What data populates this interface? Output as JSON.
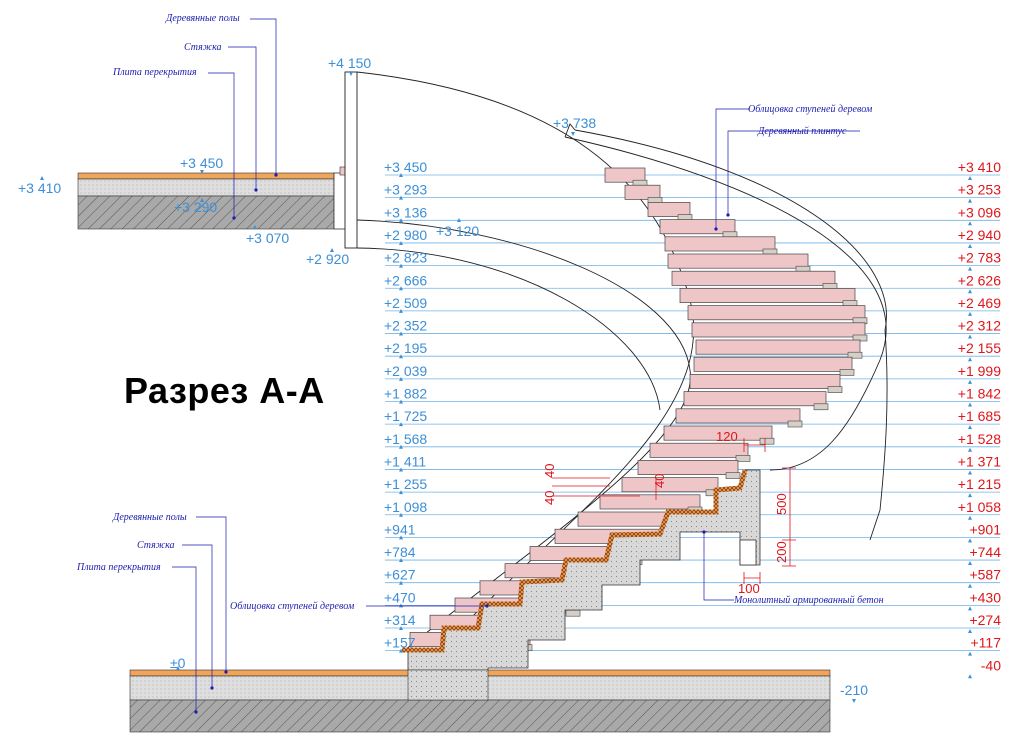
{
  "title": "Разрез А-А",
  "colors": {
    "level_blue": "#3d8fd6",
    "level_red": "#e0161b",
    "note_blue": "#1b1bb0",
    "wood": "#f0a55a",
    "cladding": "#efc6c8",
    "concrete": "#d9d9d9",
    "slab": "#a9a9a9"
  },
  "left_levels": [
    "+3 450",
    "+3 293",
    "+3 136",
    "+2 980",
    "+2 823",
    "+2 666",
    "+2 509",
    "+2 352",
    "+2 195",
    "+2 039",
    "+1 882",
    "+1 725",
    "+1 568",
    "+1 411",
    "+1 255",
    "+1 098",
    "+941",
    "+784",
    "+627",
    "+470",
    "+314",
    "+157"
  ],
  "right_levels": [
    "+3 410",
    "+3 253",
    "+3 096",
    "+2 940",
    "+2 783",
    "+2 626",
    "+2 469",
    "+2 312",
    "+2 155",
    "+1 999",
    "+1 842",
    "+1 685",
    "+1 528",
    "+1 371",
    "+1 215",
    "+1 058",
    "+901",
    "+744",
    "+587",
    "+430",
    "+274",
    "+117",
    "-40"
  ],
  "upper_marks": {
    "m4150": "+4 150",
    "m3738": "+3 738",
    "m3450": "+3 450",
    "m3410": "+3 410",
    "m3290": "+3 290",
    "m3070": "+3 070",
    "m2920": "+2 920",
    "m3120": "+3 120"
  },
  "lower_marks": {
    "zero": "±0",
    "m210": "-210"
  },
  "notes": {
    "top_floor": "Деревянные полы",
    "top_screed": "Стяжка",
    "top_slab": "Плита перекрытия",
    "step_cladding": "Облицовка ступеней деревом",
    "skirting": "Деревянный плинтус",
    "bottom_floor": "Деревянные полы",
    "bottom_screed": "Стяжка",
    "bottom_slab": "Плита перекрытия",
    "bottom_cladding": "Облицовка ступеней деревом",
    "concrete": "Монолитный армированный бетон"
  },
  "dimensions": {
    "d40a": "40",
    "d40b": "40",
    "d40c": "40",
    "d120": "120",
    "d500": "500",
    "d200": "200",
    "d100": "100"
  }
}
